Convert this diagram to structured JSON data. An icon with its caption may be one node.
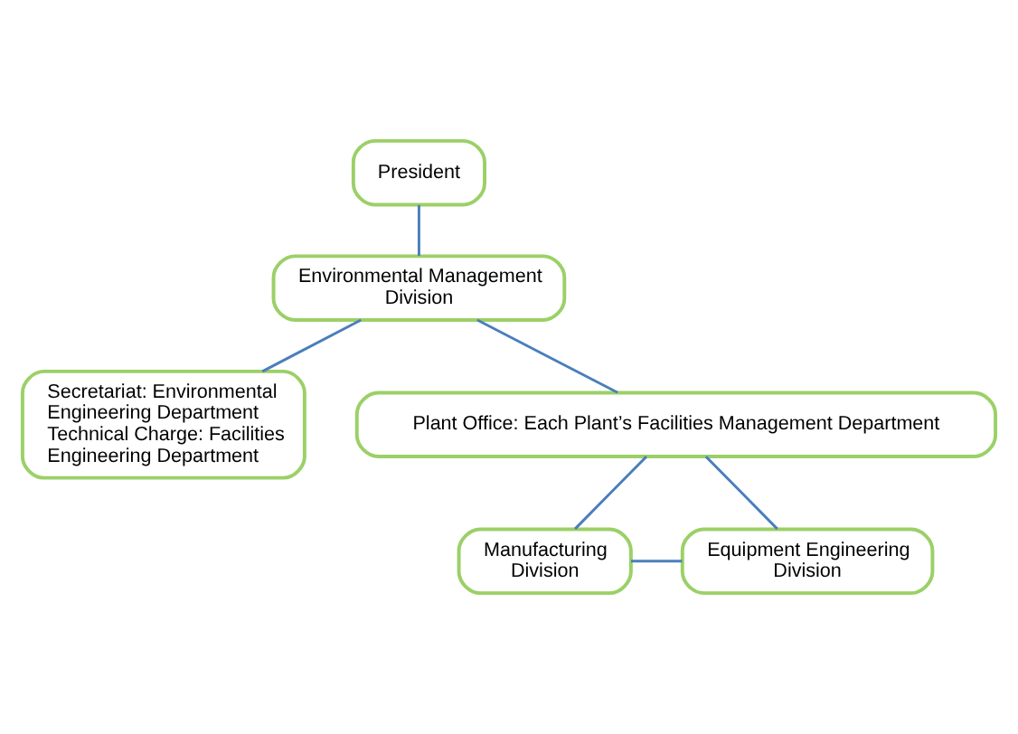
{
  "diagram": {
    "nodes": [
      {
        "text": [
          "President"
        ]
      },
      {
        "text": [
          "Environmental Management Division"
        ]
      },
      {
        "text": [
          "Secretariat: Environmental Engineering Department",
          "Technical Charge: Facilities Engineering Department"
        ]
      },
      {
        "text": [
          "Plant Office: Each Plant’s Facilities Management Department"
        ]
      },
      {
        "text": [
          "Manufacturing Division"
        ]
      },
      {
        "text": [
          "Equipment Engineering Division"
        ]
      }
    ],
    "edges": [
      {
        "from": 0,
        "to": 1,
        "arrow": "none"
      },
      {
        "from": 1,
        "to": 2,
        "arrow": "none"
      },
      {
        "from": 1,
        "to": 3,
        "arrow": "none"
      },
      {
        "from": 3,
        "to": 4,
        "arrow": "none"
      },
      {
        "from": 3,
        "to": 5,
        "arrow": "none"
      },
      {
        "from": 4,
        "to": 5,
        "arrow": "none"
      }
    ]
  }
}
